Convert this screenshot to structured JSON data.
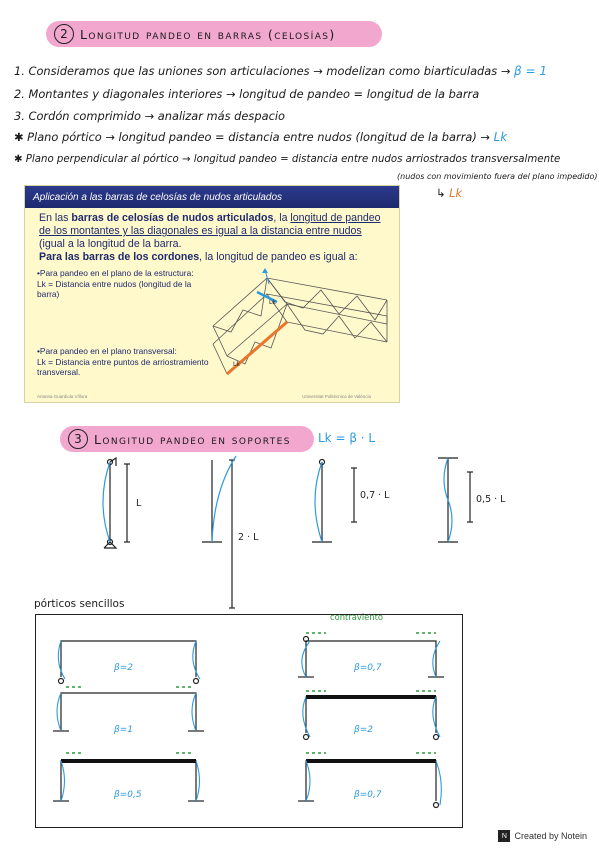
{
  "section2": {
    "number": "2",
    "title": "Longitud pandeo en barras (celosías)"
  },
  "notes": [
    {
      "text": "1. Consideramos que las uniones son articulaciones → modelizan como biarticuladas →",
      "tag": "β = 1"
    },
    {
      "text": "2. Montantes y diagonales interiores → longitud de pandeo = longitud de la barra",
      "tag": ""
    },
    {
      "text": "3. Cordón comprimido → analizar más despacio",
      "tag": ""
    },
    {
      "text": "✱ Plano pórtico → longitud pandeo = distancia entre nudos (longitud de la barra) →",
      "tag": "Lk"
    },
    {
      "text": "✱ Plano perpendicular al pórtico → longitud pandeo = distancia entre nudos arriostrados transversalmente",
      "tag": ""
    }
  ],
  "note_sub": "(nudos con movimiento fuera del plano impedido)",
  "note_sub_tag": "Lk",
  "slide": {
    "header": "Aplicación a las barras de celosías de nudos articulados",
    "p1_a": "En las ",
    "p1_b": "barras de celosías de nudos articulados",
    "p1_c": ", la ",
    "p1_d": "longitud de pandeo de los montantes y las diagonales es igual a la distancia entre nudos",
    "p1_e": " (igual a la longitud de la barra.",
    "p2_a": "Para las barras de los cordones",
    "p2_b": ", la longitud de pandeo es igual a:",
    "b1": "•Para pandeo en el plano de la estructura:",
    "b1_def": "Lk = Distancia entre nudos (longitud de la barra)",
    "b2": "•Para pandeo en el plano transversal:",
    "b2_def": "Lk = Distancia entre puntos de arriostramiento transversal.",
    "fig_lk1": "Lk",
    "fig_lk2": "Lk",
    "foot_left": "Arianna Guardiola Víllora",
    "foot_right": "Universitat Politècnica de València"
  },
  "section3": {
    "number": "3",
    "title": "Longitud pandeo en soportes",
    "formula": "Lk = β · L"
  },
  "columns": [
    {
      "label": "L"
    },
    {
      "label": "2 · L"
    },
    {
      "label": "0,7 · L"
    },
    {
      "label": "0,5 · L"
    }
  ],
  "porticos_title": "pórticos sencillos",
  "contraviento": "contraviento",
  "frames": [
    {
      "beta": "β=2"
    },
    {
      "beta": "β=0,7"
    },
    {
      "beta": "β=1"
    },
    {
      "beta": "β=2"
    },
    {
      "beta": "β=0,5"
    },
    {
      "beta": "β=0,7"
    }
  ],
  "credit": "Created by Notein",
  "colors": {
    "pink": "#f2a7cf",
    "blue": "#2d9be0",
    "orange": "#e8762c",
    "slide_bg": "#fff9cc",
    "slide_header": "#2d3a8c"
  }
}
